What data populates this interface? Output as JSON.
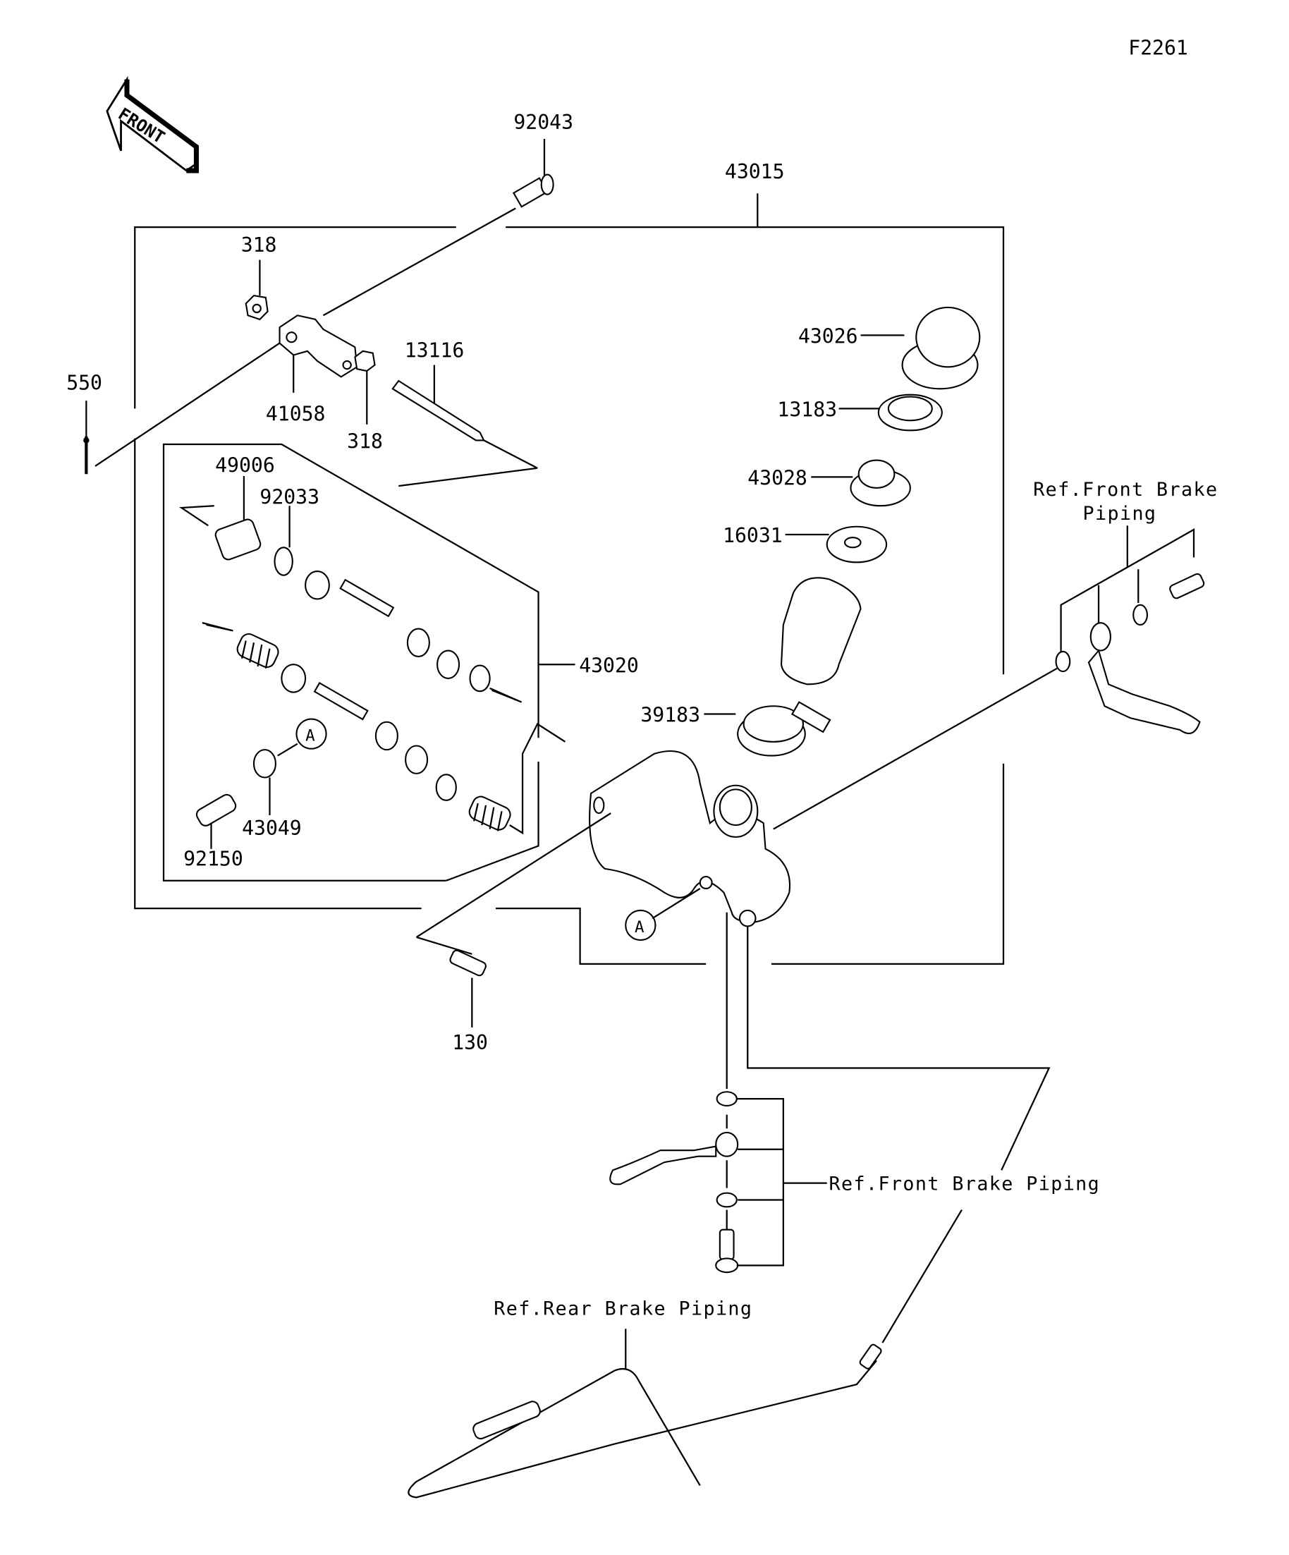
{
  "diagram_id": "F2261",
  "front_arrow": "FRONT",
  "parts": {
    "p92043": "92043",
    "p43015": "43015",
    "p318a": "318",
    "p318b": "318",
    "p41058": "41058",
    "p13116": "13116",
    "p550": "550",
    "p49006": "49006",
    "p92033": "92033",
    "p43020": "43020",
    "p43049": "43049",
    "p92150": "92150",
    "p43026": "43026",
    "p13183": "13183",
    "p43028": "43028",
    "p16031": "16031",
    "p39183": "39183",
    "p130": "130"
  },
  "markers": {
    "a1": "A",
    "a2": "A"
  },
  "refs": {
    "front_brake_top_line1": "Ref.Front Brake",
    "front_brake_top_line2": "Piping",
    "front_brake_mid": "Ref.Front Brake Piping",
    "rear_brake": "Ref.Rear Brake Piping"
  }
}
